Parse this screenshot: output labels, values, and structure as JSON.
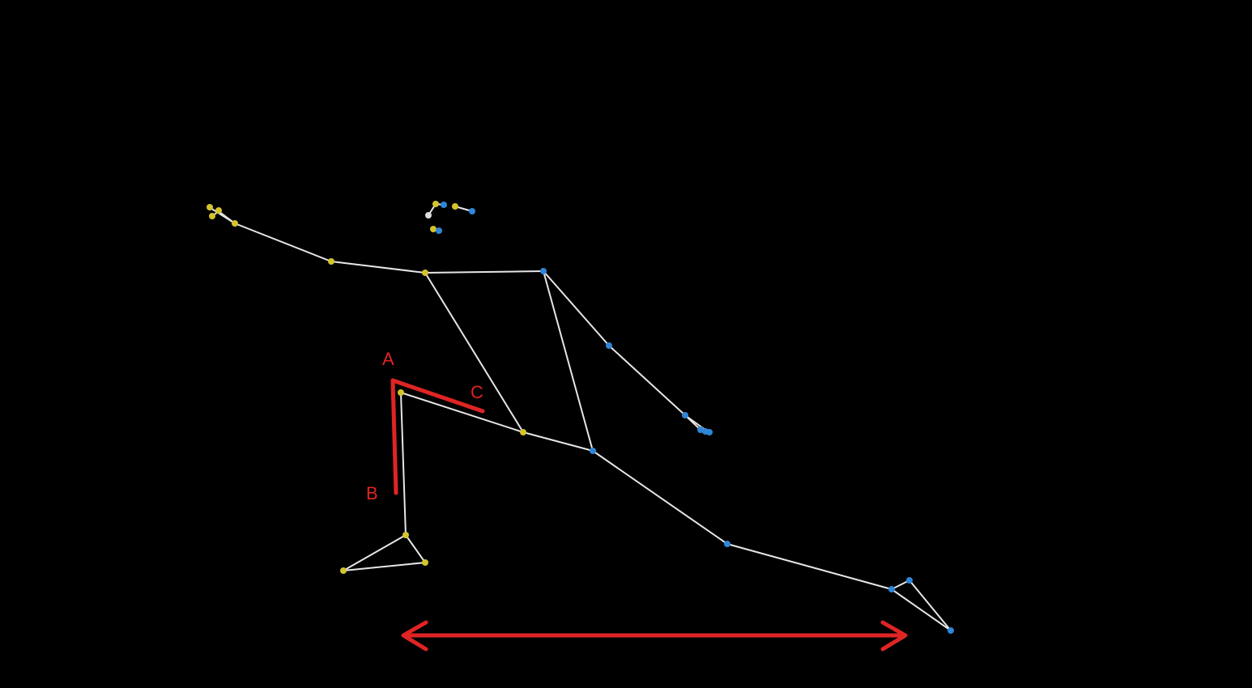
{
  "colors": {
    "background": "#000000",
    "bone": "#e6e6e6",
    "left_joint": "#d4c42c",
    "right_joint": "#2f86d8",
    "face_joint": "#dddddd",
    "annotation": "#e02424"
  },
  "annotations": {
    "angle_labels": [
      "A",
      "B",
      "C"
    ]
  },
  "icons": {
    "measurement_arrow": "double-headed-arrow-icon"
  }
}
